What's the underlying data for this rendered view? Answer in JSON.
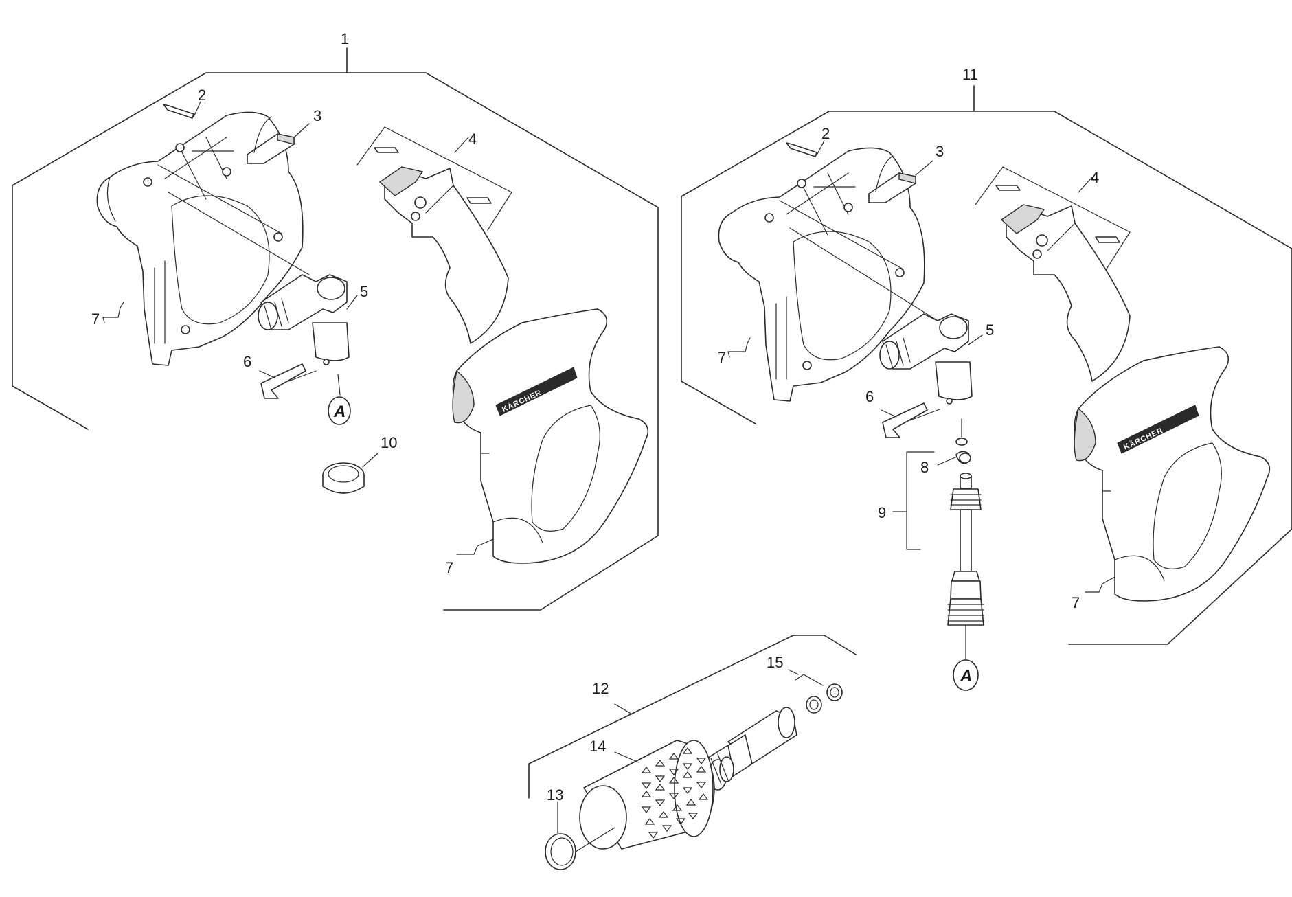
{
  "diagram": {
    "brand_mark": "KÄRCHER",
    "assembly_left": {
      "number": "1",
      "labels": {
        "screw": "2",
        "lock_button": "3",
        "trigger_pins": "4",
        "elbow": "5",
        "clip": "6",
        "half_shell": "7",
        "ring": "10"
      },
      "connection_ref": "A"
    },
    "assembly_right": {
      "number": "11",
      "labels": {
        "screw": "2",
        "lock_button": "3",
        "trigger_pins": "4",
        "elbow": "5",
        "clip": "6",
        "half_shell": "7",
        "o_ring": "8",
        "valve_kit": "9"
      },
      "connection_ref": "A"
    },
    "assembly_bottom": {
      "number": "12",
      "labels": {
        "clamp": "13",
        "sleeve": "14",
        "seals": "15"
      }
    }
  }
}
